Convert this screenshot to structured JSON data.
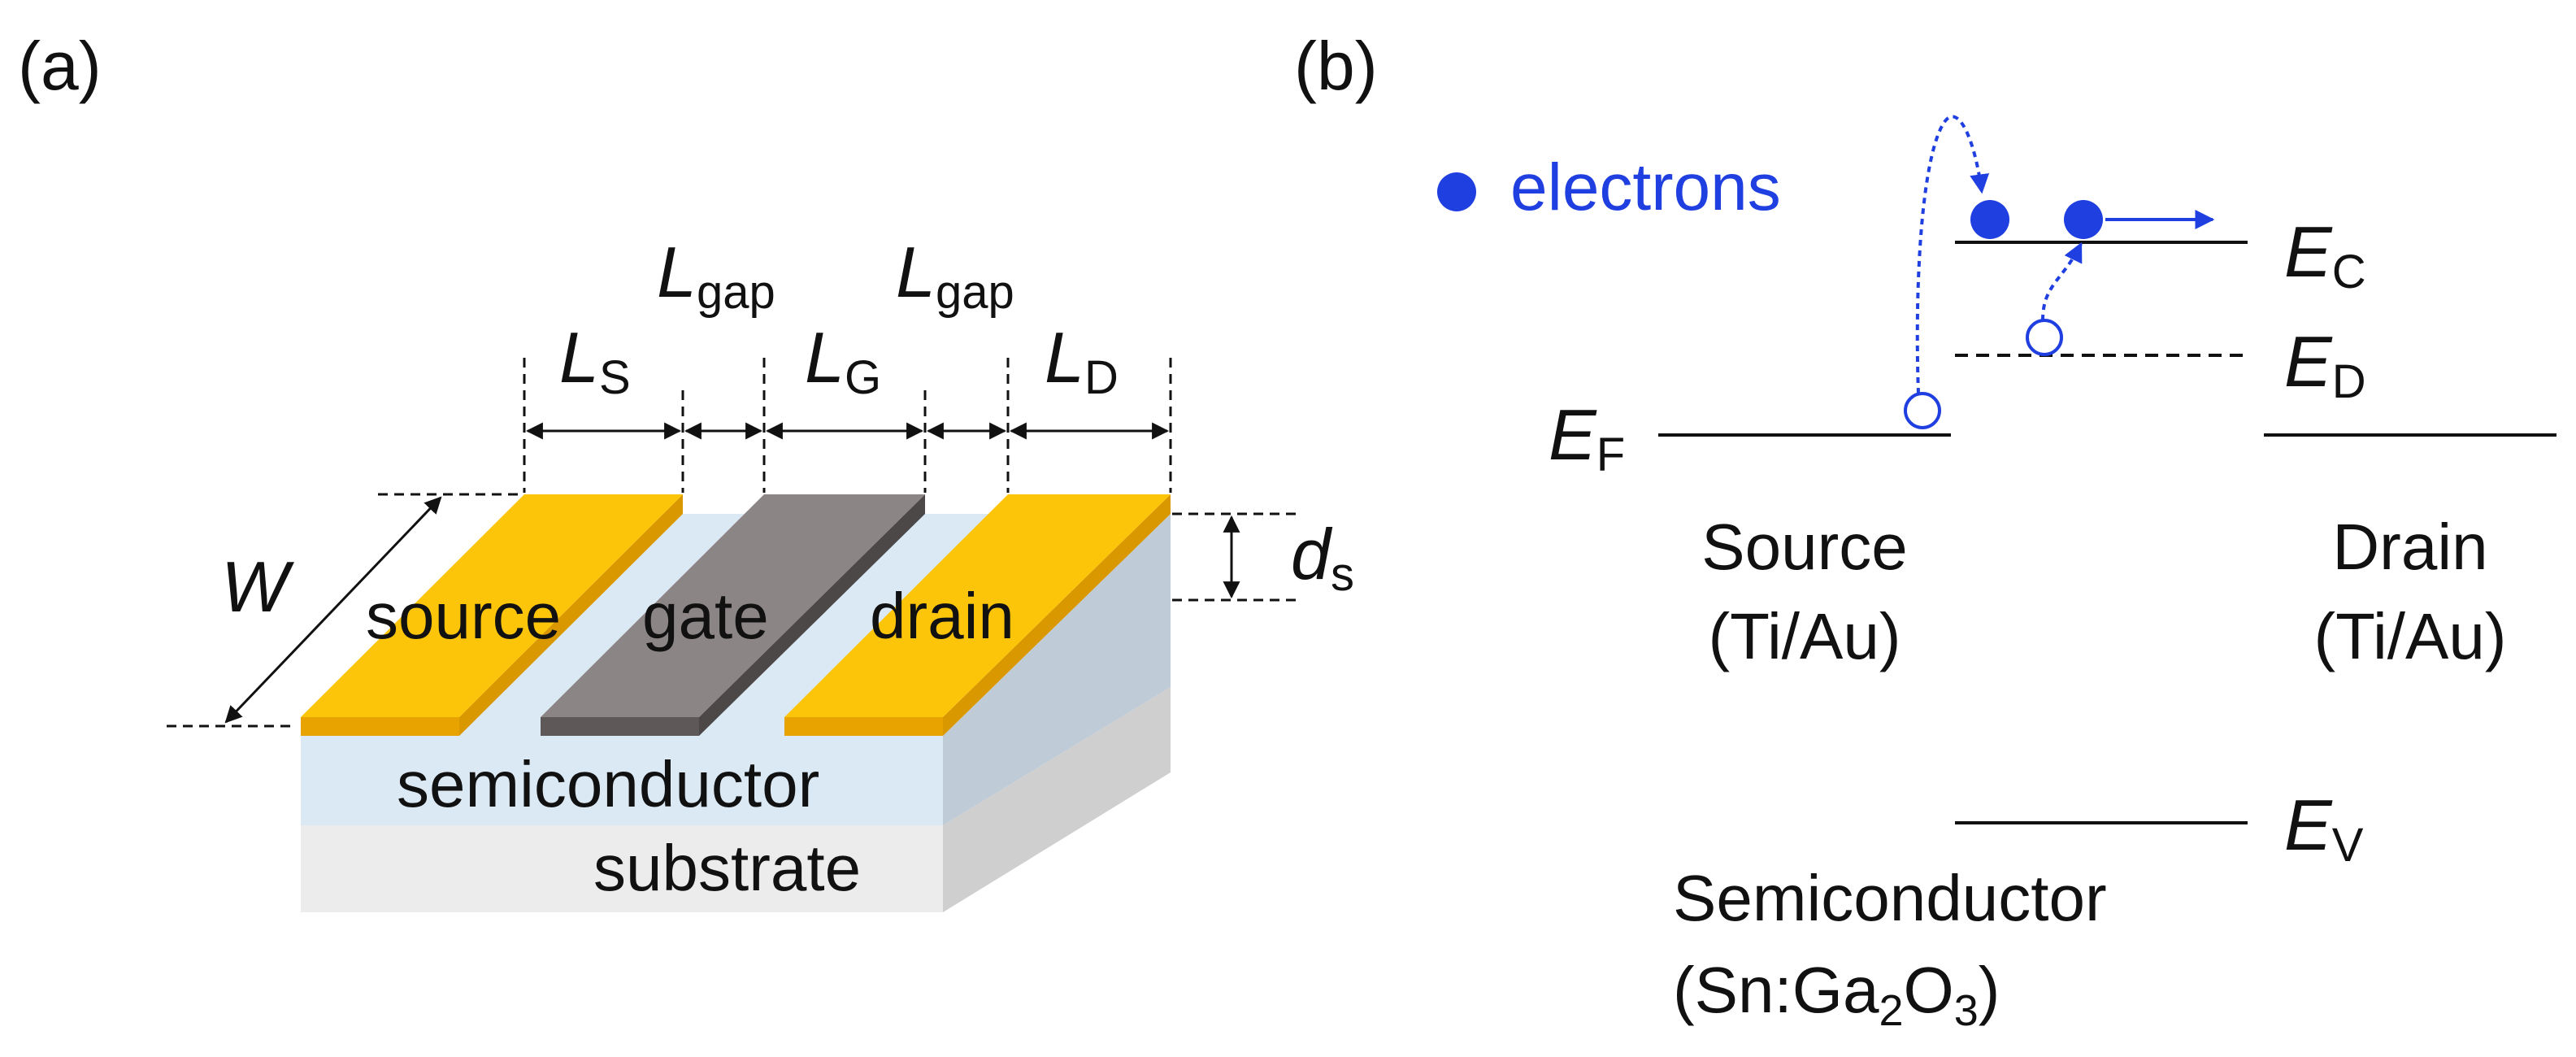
{
  "panel_a": {
    "label": "(a)",
    "dims": {
      "L_S": {
        "main": "L",
        "sub": "S"
      },
      "L_G": {
        "main": "L",
        "sub": "G"
      },
      "L_D": {
        "main": "L",
        "sub": "D"
      },
      "L_gap_1": {
        "main": "L",
        "sub": "gap"
      },
      "L_gap_2": {
        "main": "L",
        "sub": "gap"
      },
      "W": "W",
      "d_s": {
        "main": "d",
        "sub": "s"
      }
    },
    "labels": {
      "source": "source",
      "gate": "gate",
      "drain": "drain",
      "semiconductor": "semiconductor",
      "substrate": "substrate"
    },
    "colors": {
      "contact": "#fcc50a",
      "contact_side": "#e8a300",
      "gate": "#8c8585",
      "gate_side": "#4d4848",
      "semiconductor": "#dbe9f5",
      "semiconductor_side": "#bfcbd6",
      "substrate": "#ececec",
      "substrate_side": "#cfcfcf"
    }
  },
  "panel_b": {
    "label": "(b)",
    "legend": "electrons",
    "levels": {
      "EC": {
        "main": "E",
        "sub": "C"
      },
      "ED": {
        "main": "E",
        "sub": "D"
      },
      "EF": {
        "main": "E",
        "sub": "F"
      },
      "EV": {
        "main": "E",
        "sub": "V"
      }
    },
    "source": {
      "line1": "Source",
      "line2": "(Ti/Au)"
    },
    "drain": {
      "line1": "Drain",
      "line2": "(Ti/Au)"
    },
    "semiconductor": {
      "line1": "Semiconductor",
      "line2_p1": "(Sn:Ga",
      "line2_s1": "2",
      "line2_p2": "O",
      "line2_s2": "3",
      "line2_p3": ")"
    },
    "colors": {
      "electron": "#1f3fe0",
      "line": "#111111"
    }
  }
}
